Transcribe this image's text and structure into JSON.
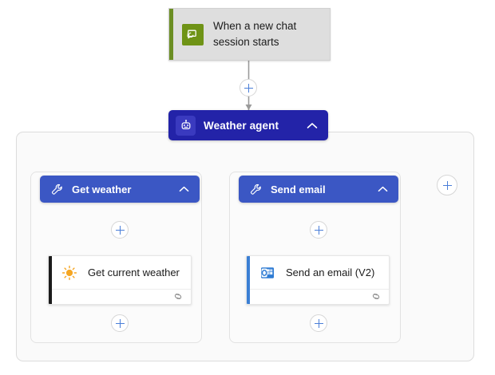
{
  "canvas": {
    "background": "#ffffff",
    "agent_container_label": "agent-scope-container"
  },
  "colors": {
    "agent_node": "#2323a8",
    "tool_header": "#3b57c4",
    "trigger_accent": "#6b8e23",
    "trigger_icon_bg": "#6f9316",
    "trigger_bg": "#dedede",
    "plus_accent": "#4a7ed8",
    "weather_card_accent": "#1b1b1b",
    "email_card_accent": "#3b7fd4",
    "sun_icon": "#f5a623",
    "outlook_icon": "#2f7cd4"
  },
  "trigger": {
    "icon": "chat-bubble-icon",
    "title": "When a new chat session starts"
  },
  "agent": {
    "icon": "robot-icon",
    "title": "Weather agent",
    "chevron": "chevron-up-icon"
  },
  "tools": [
    {
      "id": "get-weather",
      "icon": "wrench-icon",
      "title": "Get weather",
      "chevron": "chevron-up-icon",
      "action": {
        "icon": "sun-icon",
        "label": "Get current weather",
        "footer_icon": "link-icon",
        "accent": "#1b1b1b"
      }
    },
    {
      "id": "send-email",
      "icon": "wrench-icon",
      "title": "Send email",
      "chevron": "chevron-up-icon",
      "action": {
        "icon": "outlook-icon",
        "label": "Send an email (V2)",
        "footer_icon": "link-icon",
        "accent": "#3b7fd4"
      }
    }
  ],
  "add_buttons": [
    {
      "id": "add-after-trigger",
      "label": "+"
    },
    {
      "id": "add-in-get-weather-top",
      "label": "+"
    },
    {
      "id": "add-in-get-weather-bottom",
      "label": "+"
    },
    {
      "id": "add-in-send-email-top",
      "label": "+"
    },
    {
      "id": "add-in-send-email-bottom",
      "label": "+"
    },
    {
      "id": "add-tool",
      "label": "+"
    }
  ]
}
